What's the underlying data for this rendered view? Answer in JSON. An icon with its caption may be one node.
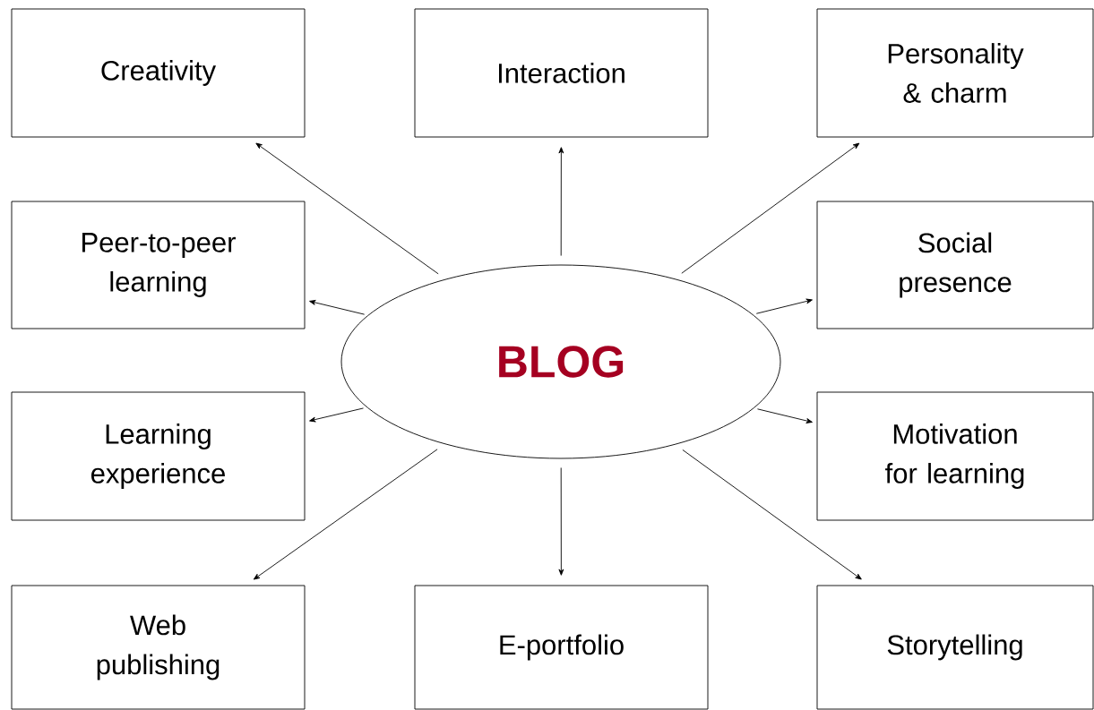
{
  "diagram": {
    "nodes": [
      {
        "text": [
          "Creativity"
        ]
      },
      {
        "text": [
          "Interaction"
        ]
      },
      {
        "text": [
          "Personality & charm"
        ]
      },
      {
        "text": [
          "Peer-to-peer learning"
        ]
      },
      {
        "text": [
          "Social presence"
        ]
      },
      {
        "text": [
          "BLOG"
        ]
      },
      {
        "text": [
          "Learning experience"
        ]
      },
      {
        "text": [
          "Motivation for learning"
        ]
      },
      {
        "text": [
          "Web publishing"
        ]
      },
      {
        "text": [
          "E-portfolio"
        ]
      },
      {
        "text": [
          "Storytelling"
        ]
      }
    ],
    "edges": [
      {
        "from": 5,
        "to": 0,
        "arrow": "to"
      },
      {
        "from": 5,
        "to": 1,
        "arrow": "to"
      },
      {
        "from": 5,
        "to": 2,
        "arrow": "to"
      },
      {
        "from": 5,
        "to": 3,
        "arrow": "to"
      },
      {
        "from": 5,
        "to": 4,
        "arrow": "to"
      },
      {
        "from": 5,
        "to": 6,
        "arrow": "to"
      },
      {
        "from": 5,
        "to": 7,
        "arrow": "to"
      },
      {
        "from": 5,
        "to": 8,
        "arrow": "to"
      },
      {
        "from": 5,
        "to": 9,
        "arrow": "to"
      },
      {
        "from": 5,
        "to": 10,
        "arrow": "to"
      }
    ]
  }
}
